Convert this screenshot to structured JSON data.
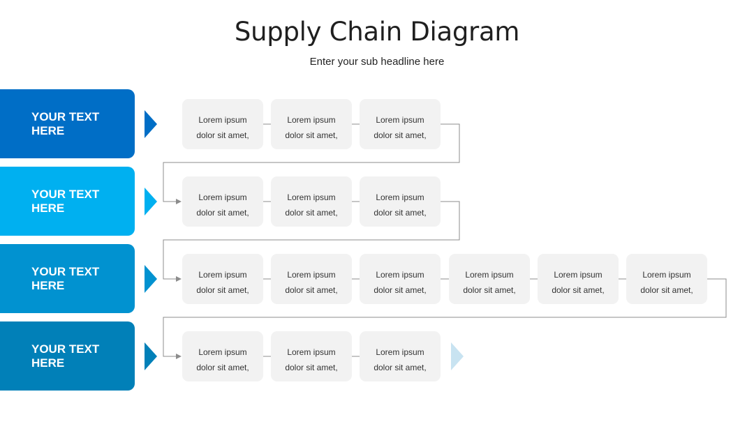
{
  "header": {
    "title": "Supply Chain Diagram",
    "subtitle": "Enter your sub headline here"
  },
  "rows": [
    {
      "label_line1": "YOUR TEXT",
      "label_line2": "HERE",
      "color": "#006ec6",
      "cards": [
        {
          "line1": "Lorem ipsum",
          "line2": "dolor sit amet,"
        },
        {
          "line1": "Lorem ipsum",
          "line2": "dolor sit amet,"
        },
        {
          "line1": "Lorem ipsum",
          "line2": "dolor sit amet,"
        }
      ]
    },
    {
      "label_line1": "YOUR TEXT",
      "label_line2": "HERE",
      "color": "#00b0f0",
      "cards": [
        {
          "line1": "Lorem ipsum",
          "line2": "dolor sit amet,"
        },
        {
          "line1": "Lorem ipsum",
          "line2": "dolor sit amet,"
        },
        {
          "line1": "Lorem ipsum",
          "line2": "dolor sit amet,"
        }
      ]
    },
    {
      "label_line1": "YOUR TEXT",
      "label_line2": "HERE",
      "color": "#0192d0",
      "cards": [
        {
          "line1": "Lorem ipsum",
          "line2": "dolor sit amet,"
        },
        {
          "line1": "Lorem ipsum",
          "line2": "dolor sit amet,"
        },
        {
          "line1": "Lorem ipsum",
          "line2": "dolor sit amet,"
        },
        {
          "line1": "Lorem ipsum",
          "line2": "dolor sit amet,"
        },
        {
          "line1": "Lorem ipsum",
          "line2": "dolor sit amet,"
        },
        {
          "line1": "Lorem ipsum",
          "line2": "dolor sit amet,"
        }
      ]
    },
    {
      "label_line1": "YOUR TEXT",
      "label_line2": "HERE",
      "color": "#0180b8",
      "cards": [
        {
          "line1": "Lorem ipsum",
          "line2": "dolor sit amet,"
        },
        {
          "line1": "Lorem ipsum",
          "line2": "dolor sit amet,"
        },
        {
          "line1": "Lorem ipsum",
          "line2": "dolor sit amet,"
        }
      ]
    }
  ],
  "colors": {
    "connector": "#8c8c8c",
    "card_bg": "#f2f2f2",
    "end_arrow": "#c8e3f1"
  }
}
